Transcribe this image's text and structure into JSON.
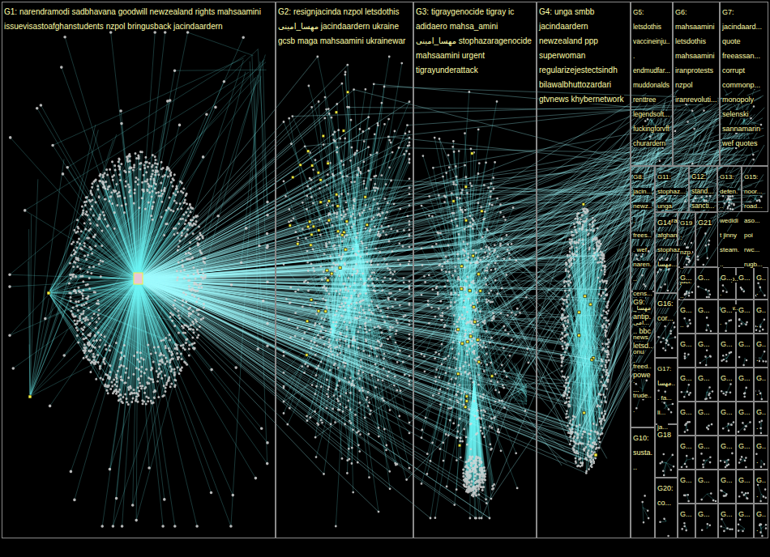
{
  "diagram": {
    "nodes": [
      {
        "text": [
          "G1: narendramodi sadbhavana goodwill newzealand rights mahsaamini issuevisastoafghanstudents nzpol bringusback jacindaardern"
        ]
      },
      {
        "text": [
          "G2: resignjacinda nzpol letsdothis مهسا_امینی jacindaardern ukraine gcsb maga mahsaamini ukrainewar"
        ]
      },
      {
        "text": [
          "G3: tigraygenocide tigray ic adidaero mahsa_amini مهسا_امینی stophazaragenocide mahsaamini urgent tigrayunderattack"
        ]
      },
      {
        "text": [
          "G4: unga smbb jacindaardern newzealand ppp superwoman regularizejestectsindh bilawalbhuttozardari gtvnews khybernetwork"
        ]
      },
      {
        "text": [
          "G5: letsdothis vaccineinju... endmudfar... muddonalds renttree legendsoft... fuckingforvff churardern"
        ]
      },
      {
        "text": [
          "G6: mahsaamini letsdothis mahsaamini iranprotests nzpol iranrevoluti..."
        ]
      },
      {
        "text": [
          "G7: jacindaard... quote freeassan... corrupt commonp... monopoly selenski sannamarin wef quotes"
        ]
      },
      {
        "text": [
          "G8: jacin... newz... frees... wef naren... cens... مهسا_امی... news onu freed... trude..."
        ]
      },
      {
        "text": [
          "G11: stophaz... unga hazara afghan stophaz... مهسا..."
        ]
      },
      {
        "text": [
          "G12: stand... sancti..."
        ]
      },
      {
        "text": [
          "G13: defen... wedidit jinny steam... murp... malw..."
        ]
      },
      {
        "text": [
          "G15: noor... road... aso... poi rwc... rugb..."
        ]
      },
      {
        "text": [
          "G14"
        ]
      },
      {
        "text": [
          "G19: nzp... jaci... pno..."
        ]
      },
      {
        "text": [
          "G21"
        ]
      },
      {
        "text": [
          "G9: antip... bbc letsd... powe..."
        ]
      },
      {
        "text": [
          "G16: cor..."
        ]
      },
      {
        "text": [
          "G17: مهسا... fa... li... ja..."
        ]
      },
      {
        "text": [
          "G10: susta..."
        ]
      },
      {
        "text": [
          "G18"
        ]
      },
      {
        "text": [
          "G20: co..."
        ]
      },
      {
        "text": [
          "G..."
        ]
      },
      {
        "text": [
          "G..."
        ]
      },
      {
        "text": [
          "G..."
        ]
      },
      {
        "text": [
          "G..."
        ]
      },
      {
        "text": [
          "G..."
        ]
      },
      {
        "text": [
          "G..."
        ]
      },
      {
        "text": [
          "G..."
        ]
      },
      {
        "text": [
          "G..."
        ]
      },
      {
        "text": [
          "G..."
        ]
      },
      {
        "text": [
          "G..."
        ]
      },
      {
        "text": [
          "G..."
        ]
      },
      {
        "text": [
          "G..."
        ]
      },
      {
        "text": [
          "G..."
        ]
      },
      {
        "text": [
          "G..."
        ]
      },
      {
        "text": [
          "G..."
        ]
      },
      {
        "text": [
          "G..."
        ]
      },
      {
        "text": [
          "G..."
        ]
      },
      {
        "text": [
          "G..."
        ]
      },
      {
        "text": [
          "G..."
        ]
      },
      {
        "text": [
          "G..."
        ]
      },
      {
        "text": [
          "G..."
        ]
      },
      {
        "text": [
          "G..."
        ]
      },
      {
        "text": [
          "G..."
        ]
      },
      {
        "text": [
          "G..."
        ]
      },
      {
        "text": [
          "G..."
        ]
      },
      {
        "text": [
          "G..."
        ]
      },
      {
        "text": [
          "G..."
        ]
      },
      {
        "text": [
          "G..."
        ]
      },
      {
        "text": [
          "G..."
        ]
      },
      {
        "text": [
          "G..."
        ]
      },
      {
        "text": [
          "G..."
        ]
      },
      {
        "text": [
          "G..."
        ]
      },
      {
        "text": [
          "G..."
        ]
      },
      {
        "text": [
          "G..."
        ]
      },
      {
        "text": [
          "G..."
        ]
      },
      {
        "text": [
          "G..."
        ]
      },
      {
        "text": [
          "G..."
        ]
      },
      {
        "text": [
          "G..."
        ]
      },
      {
        "text": [
          "G..."
        ]
      },
      {
        "text": [
          "G..."
        ]
      }
    ]
  }
}
